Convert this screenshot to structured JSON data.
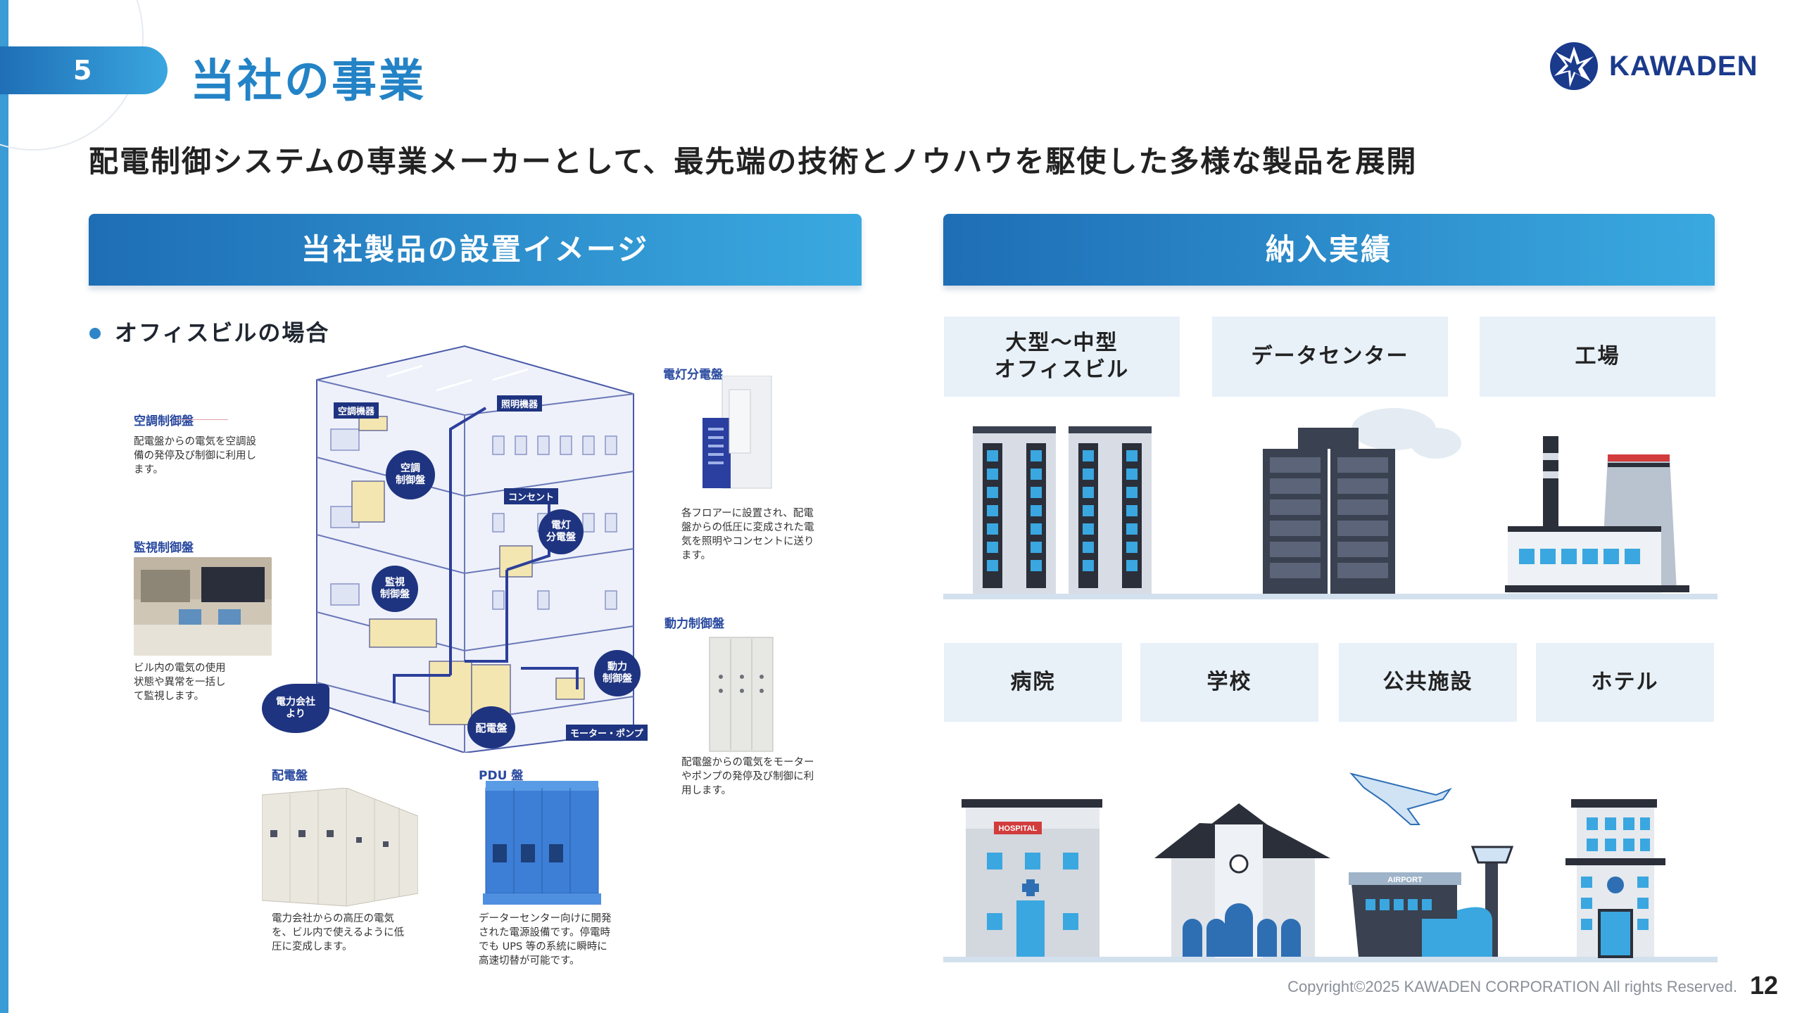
{
  "slide": {
    "number": "5",
    "title": "当社の事業",
    "lead": "配電制御システムの専業メーカーとして、最先端の技術とノウハウを駆使した多様な製品を展開",
    "logo_text": "KAWADEN",
    "copyright": "Copyright©2025 KAWADEN CORPORATION All rights Reserved.",
    "page_number": "12"
  },
  "left_panel": {
    "heading": "当社製品の設置イメージ",
    "bullet": "オフィスビルの場合",
    "callouts": {
      "aircon_panel": {
        "title": "空調制御盤",
        "desc": "配電盤からの電気を空調設\n備の発停及び制御に利用し\nます。"
      },
      "monitor_panel": {
        "title": "監視制御盤",
        "desc": "ビル内の電気の使用\n状態や異常を一括し\nて監視します。"
      },
      "lighting_panel": {
        "title": "電灯分電盤",
        "desc": "各フロアーに設置され、配電\n盤からの低圧に変成された電\n気を照明やコンセントに送り\nます。"
      },
      "power_panel": {
        "title": "動力制御盤",
        "desc": "配電盤からの電気をモーター\nやポンプの発停及び制御に利\n用します。"
      },
      "switchboard": {
        "title": "配電盤",
        "desc": "電力会社からの高圧の電気\nを、ビル内で使えるように低\n圧に変成します。"
      },
      "pdu": {
        "title": "PDU 盤",
        "desc": "データーセンター向けに開発\nされた電源設備です。停電時\nでも UPS 等の系統に瞬時に\n高速切替が可能です。"
      }
    },
    "diagram_labels": {
      "aircon_equipment": "空調機器",
      "lighting_equipment": "照明機器",
      "outlet": "コンセント",
      "motor_pump": "モーター・ポンプ",
      "circle_aircon": "空調\n制御盤",
      "circle_lighting": "電灯\n分電盤",
      "circle_monitor": "監視\n制御盤",
      "circle_power": "動力\n制御盤",
      "circle_switchboard": "配電盤",
      "circle_utility": "電力会社\nより"
    }
  },
  "right_panel": {
    "heading": "納入実績",
    "row1": [
      "大型～中型\nオフィスビル",
      "データセンター",
      "工場"
    ],
    "row2": [
      "病院",
      "学校",
      "公共施設",
      "ホテル"
    ],
    "icon_texts": {
      "hospital": "HOSPITAL",
      "airport": "AIRPORT"
    }
  },
  "colors": {
    "accent": "#2383c6",
    "gradient_start": "#1e6eb5",
    "gradient_end": "#3aa9e0",
    "category_bg": "#e8f0f8",
    "navy": "#1e3480"
  }
}
